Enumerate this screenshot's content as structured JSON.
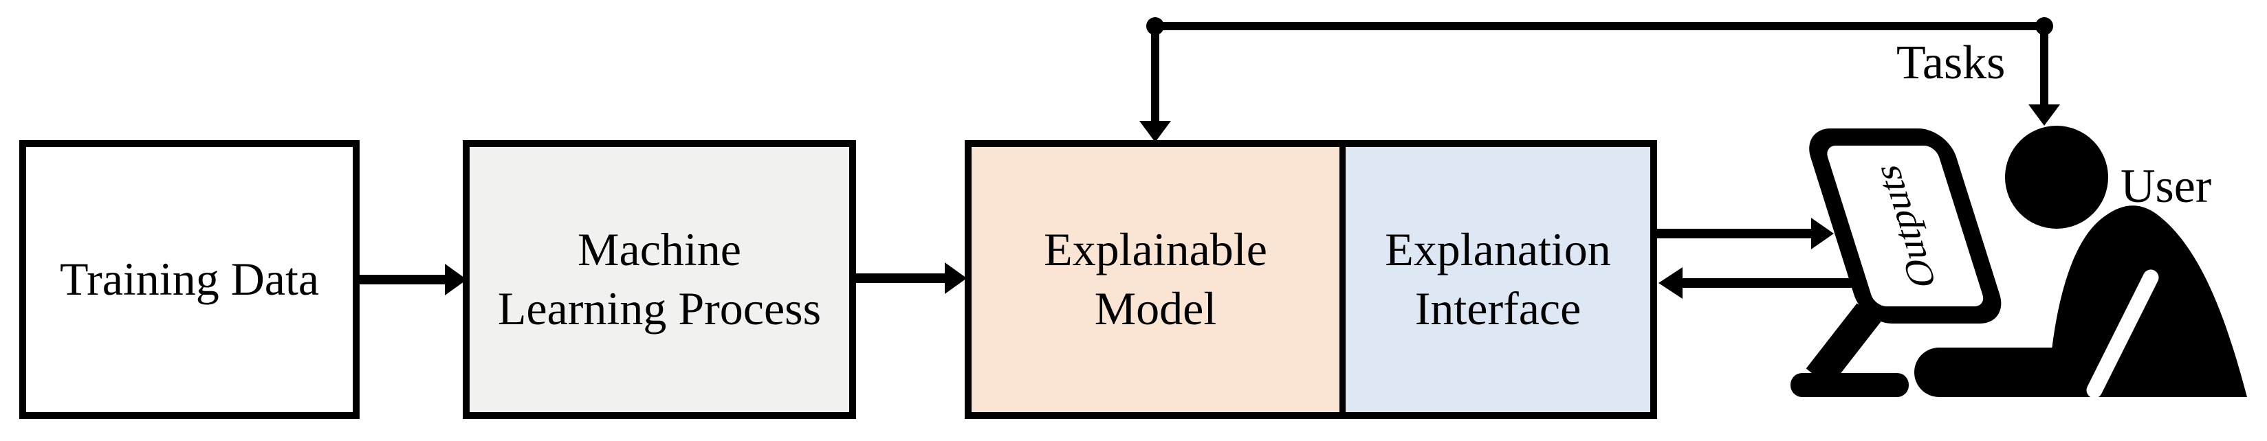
{
  "figure": {
    "type": "flow-diagram",
    "background": "#ffffff",
    "line_color": "#000000"
  },
  "boxes": {
    "training": {
      "label": "Training Data",
      "fill": "#ffffff"
    },
    "ml": {
      "line1": "Machine",
      "line2": "Learning Process",
      "fill": "#f1f1f0"
    },
    "model": {
      "line1": "Explainable",
      "line2": "Model",
      "fill": "#fae4d4"
    },
    "interface": {
      "line1": "Explanation",
      "line2": "Interface",
      "fill": "#dde8f4"
    }
  },
  "connector": {
    "tasks_label": "Tasks"
  },
  "user": {
    "label": "User"
  },
  "monitor": {
    "screen_text": "Outputs"
  }
}
